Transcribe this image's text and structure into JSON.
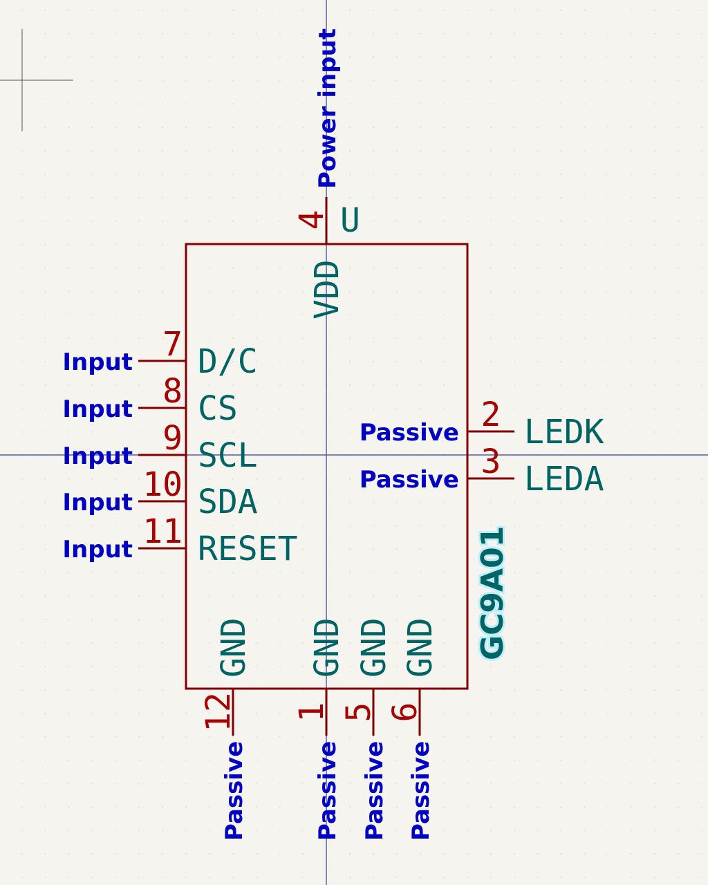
{
  "symbol": {
    "reference": "U",
    "value": "GC9A01",
    "colors": {
      "body": "#840000",
      "pin_name": "#006464",
      "pin_number": "#a90000",
      "electrical_type": "#0000c4",
      "background": "#f5f4ef",
      "axis": "#2f3fa8"
    },
    "pins": [
      {
        "number": "4",
        "name": "VDD",
        "type": "Power input",
        "side": "top"
      },
      {
        "number": "7",
        "name": "D/C",
        "type": "Input",
        "side": "left"
      },
      {
        "number": "8",
        "name": "CS",
        "type": "Input",
        "side": "left"
      },
      {
        "number": "9",
        "name": "SCL",
        "type": "Input",
        "side": "left"
      },
      {
        "number": "10",
        "name": "SDA",
        "type": "Input",
        "side": "left"
      },
      {
        "number": "11",
        "name": "RESET",
        "type": "Input",
        "side": "left"
      },
      {
        "number": "2",
        "name": "LEDK",
        "type": "Passive",
        "side": "right"
      },
      {
        "number": "3",
        "name": "LEDA",
        "type": "Passive",
        "side": "right"
      },
      {
        "number": "12",
        "name": "GND",
        "type": "Passive",
        "side": "bottom"
      },
      {
        "number": "1",
        "name": "GND",
        "type": "Passive",
        "side": "bottom"
      },
      {
        "number": "5",
        "name": "GND",
        "type": "Passive",
        "side": "bottom"
      },
      {
        "number": "6",
        "name": "GND",
        "type": "Passive",
        "side": "bottom"
      }
    ]
  }
}
